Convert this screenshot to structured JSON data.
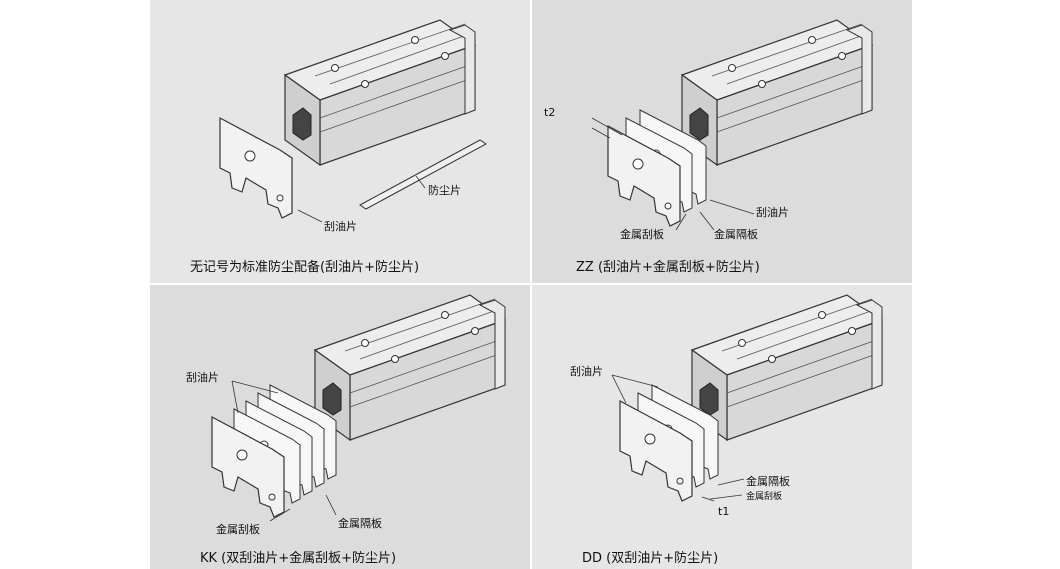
{
  "colors": {
    "panel_light": "#e6e6e6",
    "panel_dark": "#dcdcdc",
    "block_top": "#ececec",
    "block_side": "#d4d4d4",
    "line": "#333333"
  },
  "panels": [
    {
      "caption": "无记号为标准防尘配备(刮油片+防尘片)",
      "labels": {
        "dust_strip": "防尘片",
        "scraper": "刮油片"
      }
    },
    {
      "caption": "ZZ (刮油片+金属刮板+防尘片)",
      "labels": {
        "t2": "t2",
        "scraper": "刮油片",
        "metal_scraper": "金属刮板",
        "metal_spacer": "金属隔板"
      }
    },
    {
      "caption": "KK (双刮油片+金属刮板+防尘片)",
      "labels": {
        "scraper": "刮油片",
        "metal_scraper": "金属刮板",
        "metal_spacer": "金属隔板"
      }
    },
    {
      "caption": "DD (双刮油片+防尘片)",
      "labels": {
        "scraper": "刮油片",
        "metal_spacer": "金属隔板",
        "metal_scraper": "金属刮板",
        "t1": "t1"
      }
    }
  ]
}
